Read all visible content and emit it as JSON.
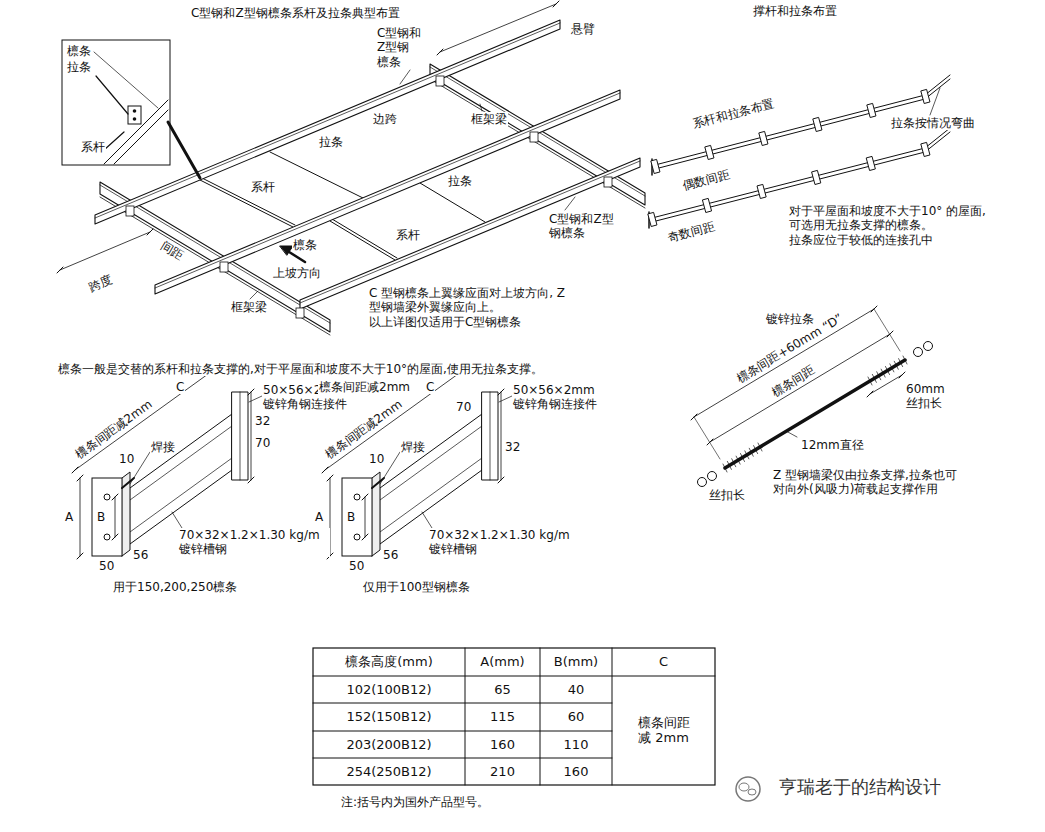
{
  "diagram": {
    "labels": [
      "C型钢和Z型钢檩条系杆及拉条典型布置",
      "檩条",
      "拉条",
      "系杆",
      "系杆",
      "C型钢和 Z型钢 檩条",
      "悬臂",
      "拉条",
      "边跨",
      "框架梁",
      "间距",
      "系杆",
      "C型钢和Z型 钢檩条",
      "檩条",
      "上坡方向",
      "拉条",
      "跨度",
      "框架梁",
      "C 型钢檩条上翼缘应面对上坡方向, Z 型钢墙梁外翼缘应向上。 以上详图仅适用于C型钢檩条",
      "撑杆和拉条布置",
      "系杆和拉条布置",
      "拉条按情况弯曲",
      "偶数间距",
      "奇数间距",
      "对于平屋面和坡度不大于10° 的屋面,可选用无拉条支撑的檩条。 拉条应位于较低的连接孔中",
      "镀锌拉条",
      "檩条间距+60mm “D”",
      "檩条间距",
      "60mm 丝扣长",
      "12mm直径",
      "丝扣长",
      "Z 型钢墙梁仅由拉条支撑,拉条也可 对向外(风吸力)荷载起支撑作用",
      "檩条一般是交替的系杆和拉条支撑的,对于平屋面和坡度不大于10°的屋面,使用无拉条支撑。",
      "50×56×2mm 镀锌角钢连接件",
      "C",
      "檩条间距减2mm",
      "32",
      "70",
      "10",
      "焊接",
      "A",
      "B",
      "50",
      "56",
      "70×32×1.2×1.30 kg/m 镀锌槽钢",
      "用于150,200,250檩条",
      "檩条间距减2mm",
      "50×56×2mm 镀锌角钢连接件",
      "C",
      "檩条间距减2mm",
      "70",
      "32",
      "10",
      "焊接",
      "A",
      "B",
      "50",
      "56",
      "70×32×1.2×1.30 kg/m 镀锌槽钢",
      "仅用于100型钢檩条",
      "檩条高度(mm)",
      "A(mm)",
      "B(mm)",
      "C",
      "102(100B12)",
      "65",
      "40",
      "152(150B12)",
      "115",
      "60",
      "203(200B12)",
      "160",
      "110",
      "254(250B12)",
      "210",
      "160",
      "檩条间距 减 2mm",
      "注:括号内为国外产品型号。",
      "亨瑞老于的结构设计"
    ]
  }
}
